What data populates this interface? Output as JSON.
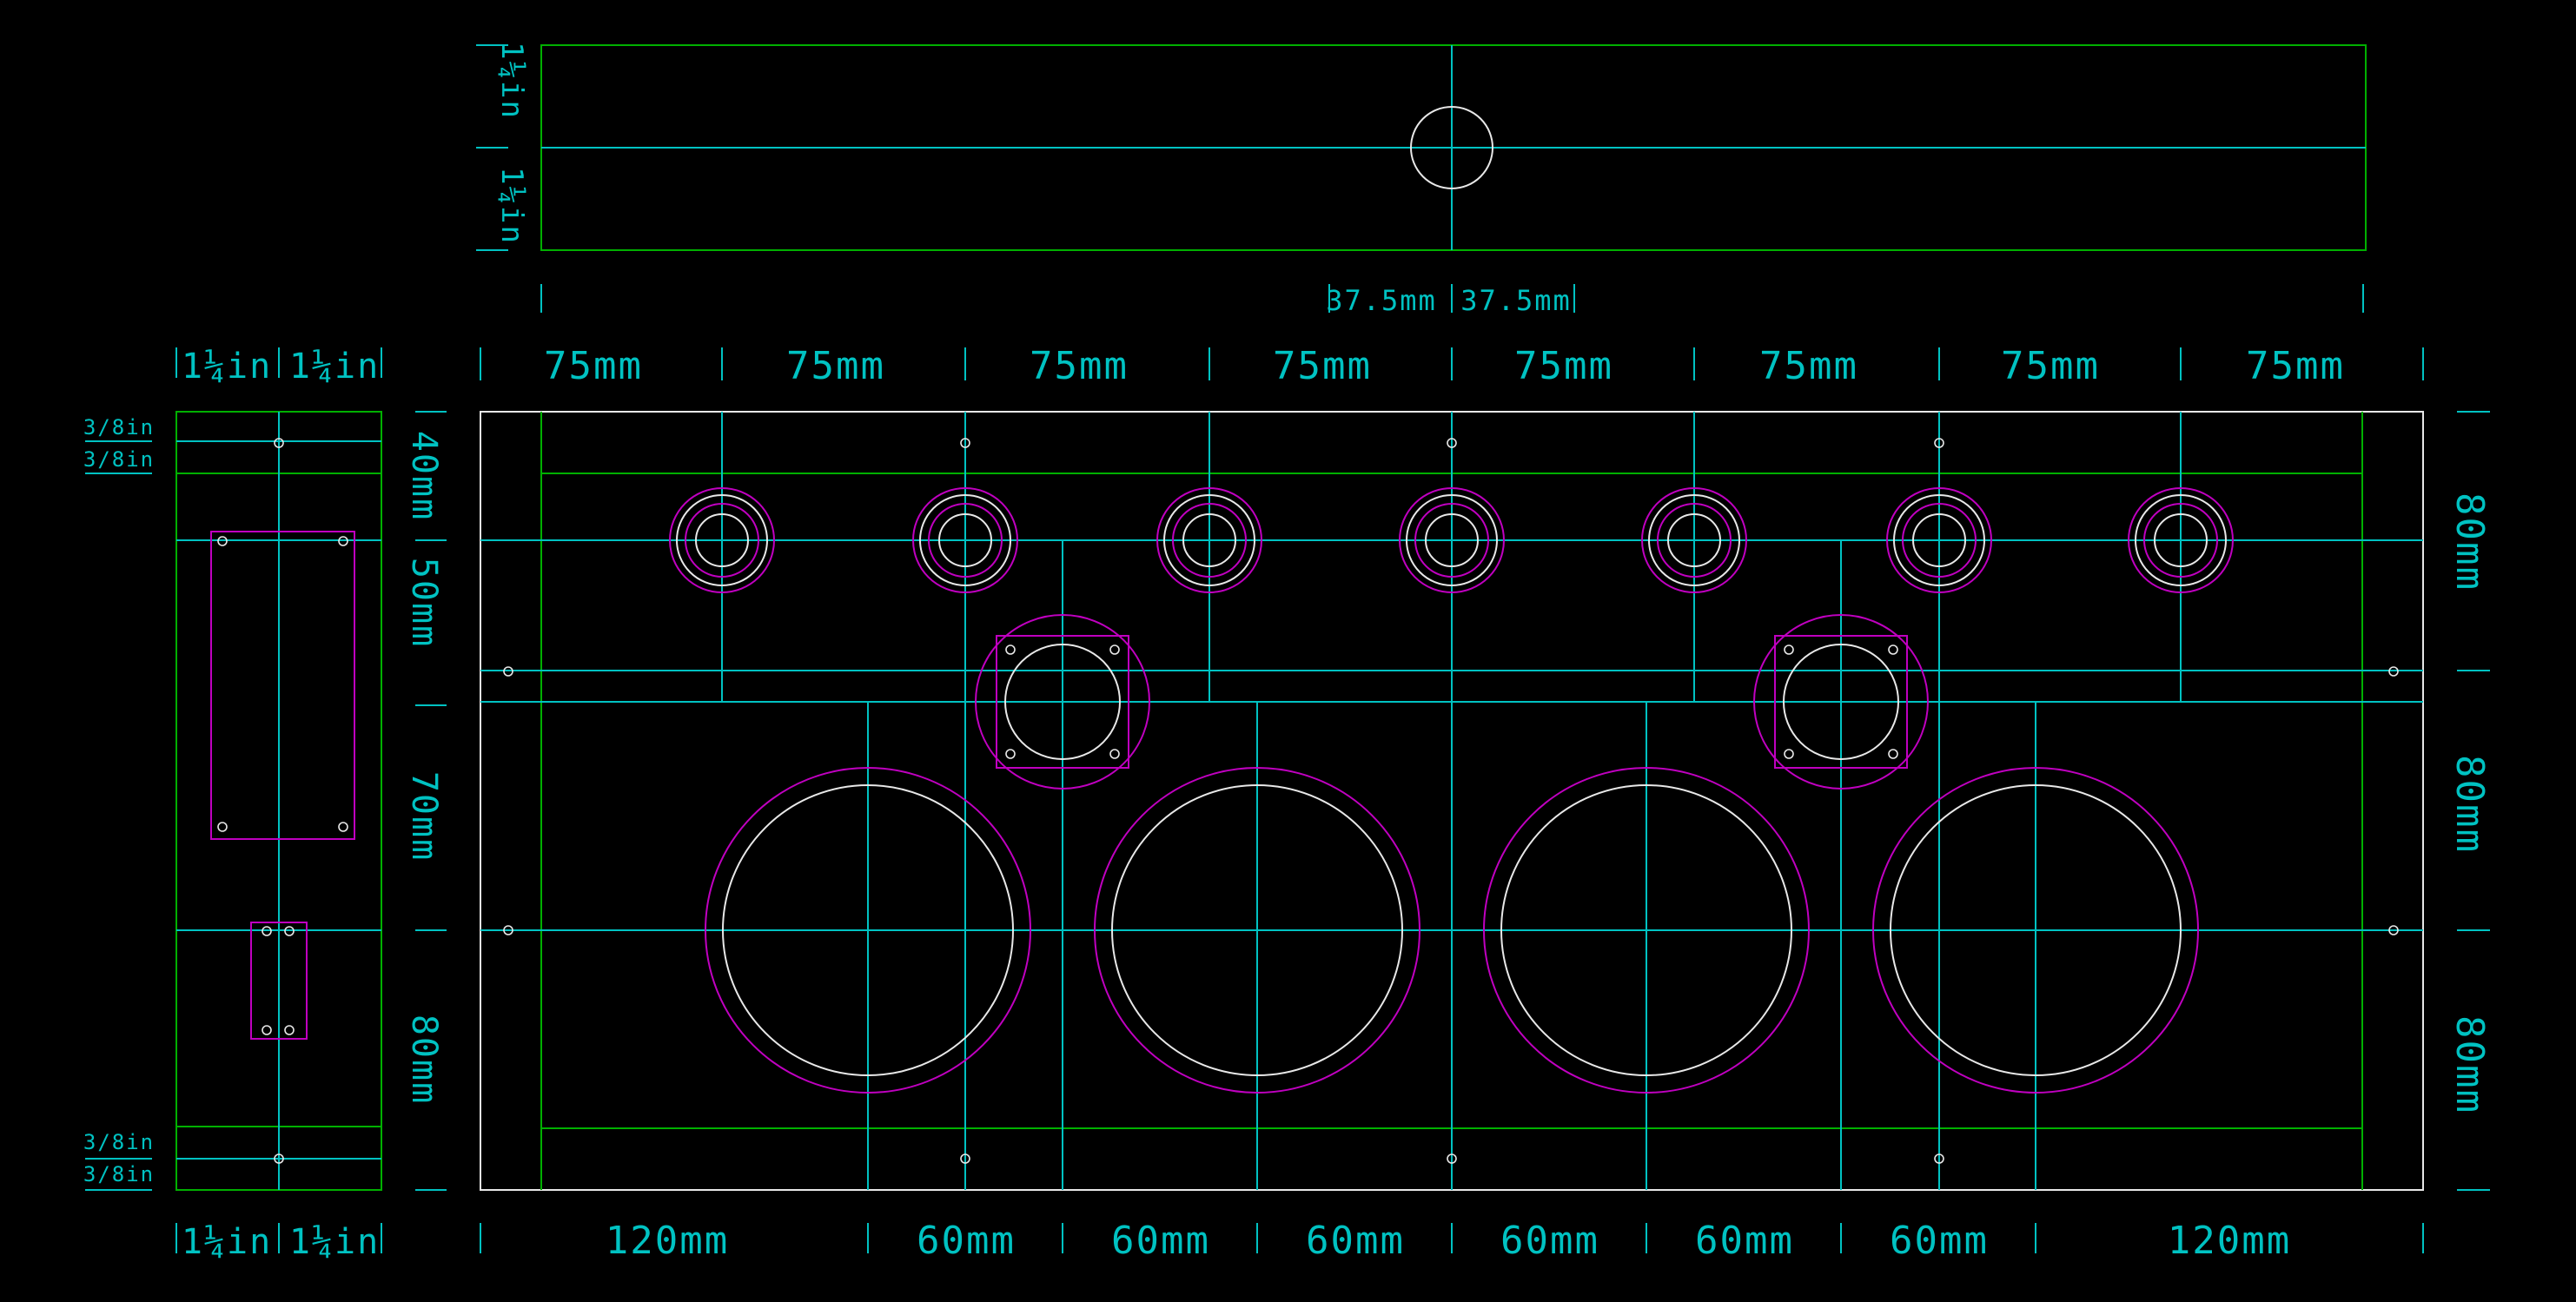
{
  "colors": {
    "background": "#000000",
    "outline": "#e8e8e8",
    "green": "#00b000",
    "cyan": "#00c2c2",
    "magenta": "#c000c0",
    "white": "#e8e8e8"
  },
  "top_view": {
    "height_left": "1¼in",
    "height_right": "1¼in",
    "width_left": "37.5mm",
    "width_right": "37.5mm"
  },
  "side_view": {
    "width_top_left": "1¼in",
    "width_top_right": "1¼in",
    "width_bottom_left": "1¼in",
    "width_bottom_right": "1¼in",
    "rail_labels_top": [
      "3/8in",
      "3/8in"
    ],
    "rail_labels_bottom": [
      "3/8in",
      "3/8in"
    ],
    "vertical_dims": [
      "40mm",
      "50mm",
      "70mm",
      "80mm"
    ]
  },
  "front_view": {
    "top_dims": [
      "75mm",
      "75mm",
      "75mm",
      "75mm",
      "75mm",
      "75mm",
      "75mm",
      "75mm"
    ],
    "bottom_dims": [
      "120mm",
      "60mm",
      "60mm",
      "60mm",
      "60mm",
      "60mm",
      "60mm",
      "120mm"
    ],
    "right_dims": [
      "80mm",
      "80mm",
      "80mm"
    ]
  }
}
